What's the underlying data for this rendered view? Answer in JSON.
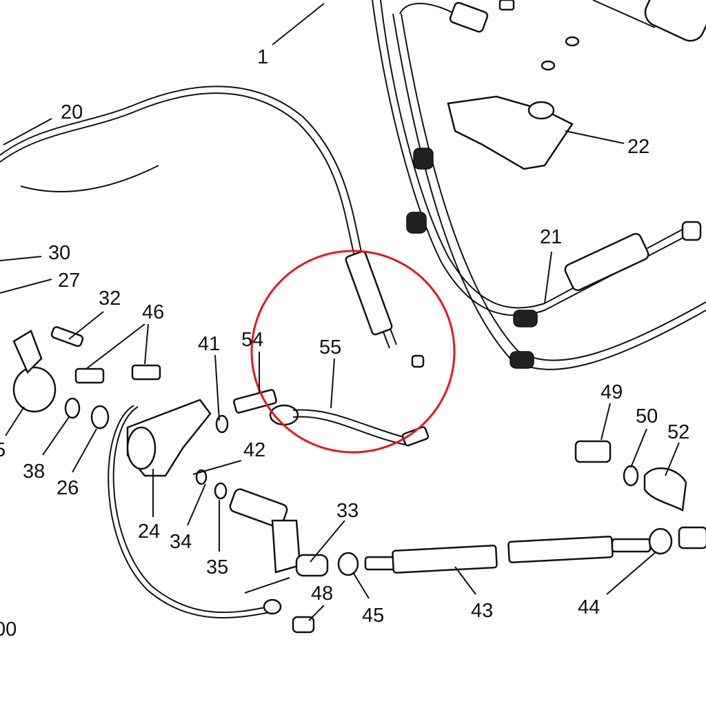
{
  "diagram": {
    "labels": {
      "l1": "1",
      "l20": "20",
      "l22": "22",
      "l21": "21",
      "l30": "30",
      "l27": "27",
      "l32": "32",
      "l46": "46",
      "l41": "41",
      "l54": "54",
      "l55": "55",
      "l49": "49",
      "l50": "50",
      "l52": "52",
      "l42": "42",
      "l24": "24",
      "l34": "34",
      "l35": "35",
      "l38": "38",
      "l26": "26",
      "l5": "5",
      "l33": "33",
      "l48": "48",
      "l45": "45",
      "l43": "43",
      "l44": "44",
      "l00": "00"
    },
    "highlight_color": "#e8141c"
  }
}
